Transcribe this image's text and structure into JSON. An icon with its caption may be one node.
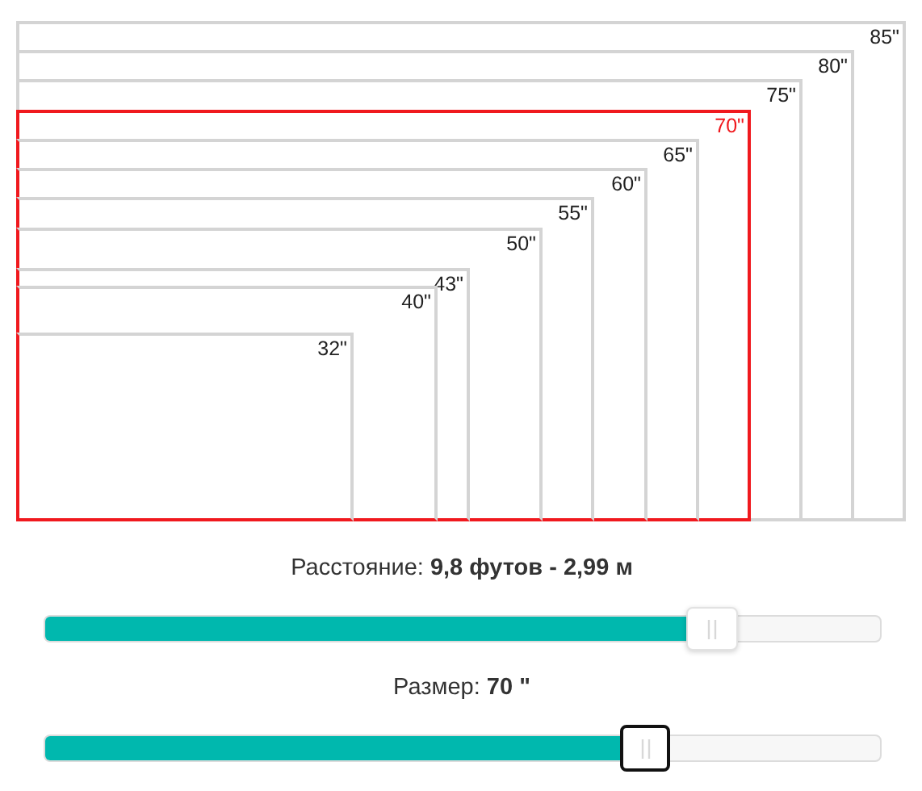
{
  "diagram": {
    "nodes": [
      {
        "text": [
          "85\""
        ]
      },
      {
        "text": [
          "80\""
        ],
        "in": 0
      },
      {
        "text": [
          "75\""
        ],
        "in": 1
      },
      {
        "text": [
          "70\""
        ],
        "in": 2
      },
      {
        "text": [
          "65\""
        ],
        "in": 3
      },
      {
        "text": [
          "60\""
        ],
        "in": 4
      },
      {
        "text": [
          "55\""
        ],
        "in": 5
      },
      {
        "text": [
          "50\""
        ],
        "in": 6
      },
      {
        "text": [
          "43\""
        ],
        "in": 7
      },
      {
        "text": [
          "40\""
        ],
        "in": 8
      },
      {
        "text": [
          "32\""
        ],
        "in": 9
      }
    ],
    "edges": [],
    "labels": [
      "Расстояние: **9,8 футов - 2,99 м**",
      "Размер: **70 \"**"
    ]
  }
}
